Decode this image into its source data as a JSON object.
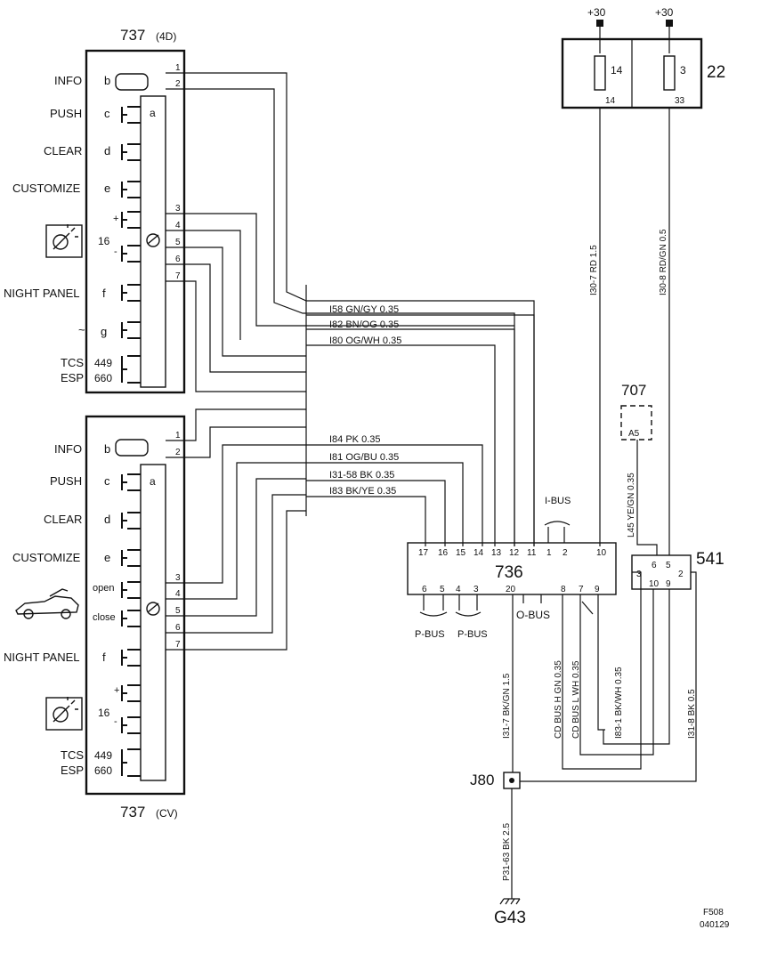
{
  "components": {
    "c737_4d": {
      "id": "737",
      "variant": "(4D)"
    },
    "c737_cv": {
      "id": "737",
      "variant": "(CV)"
    },
    "c736": {
      "id": "736"
    },
    "c22": {
      "id": "22"
    },
    "c541": {
      "id": "541"
    },
    "c707": {
      "id": "707",
      "pin": "A5"
    },
    "j80": {
      "id": "J80"
    },
    "g43": {
      "id": "G43"
    }
  },
  "supplies": [
    "+30",
    "+30"
  ],
  "fuses": [
    {
      "number": "14",
      "pin": "14"
    },
    {
      "number": "3",
      "pin": "33"
    }
  ],
  "buttons_4d": [
    {
      "label": "INFO",
      "letter": "b"
    },
    {
      "label": "PUSH",
      "letter": "c"
    },
    {
      "label": "CLEAR",
      "letter": "d"
    },
    {
      "label": "CUSTOMIZE",
      "letter": "e"
    },
    {
      "label": "",
      "letter": "16"
    },
    {
      "label": "NIGHT PANEL",
      "letter": "f"
    },
    {
      "label": "~",
      "letter": "g"
    },
    {
      "label": "TCS",
      "letter": "449"
    },
    {
      "label": "ESP",
      "letter": "660"
    }
  ],
  "buttons_cv": [
    {
      "label": "INFO",
      "letter": "b"
    },
    {
      "label": "PUSH",
      "letter": "c"
    },
    {
      "label": "CLEAR",
      "letter": "d"
    },
    {
      "label": "CUSTOMIZE",
      "letter": "e"
    },
    {
      "label": "",
      "letter": "open"
    },
    {
      "label": "",
      "letter": "close"
    },
    {
      "label": "NIGHT PANEL",
      "letter": "f"
    },
    {
      "label": "",
      "letter": "16"
    },
    {
      "label": "TCS",
      "letter": "449"
    },
    {
      "label": "ESP",
      "letter": "660"
    }
  ],
  "switch_symbols": {
    "plus": "+",
    "minus": "-",
    "inner": "a"
  },
  "pins_737": [
    "1",
    "2",
    "3",
    "4",
    "5",
    "6",
    "7"
  ],
  "wires_top": [
    "I58  GN/GY  0.35",
    "I82  BN/OG  0.35",
    "I80  OG/WH  0.35"
  ],
  "wires_mid": [
    "I84  PK  0.35",
    "I81  OG/BU  0.35",
    "I31-58  BK  0.35",
    "I83  BK/YE  0.35"
  ],
  "pins_736_top": [
    "17",
    "16",
    "15",
    "14",
    "13",
    "12",
    "11",
    "1",
    "2",
    "10"
  ],
  "pins_736_bottom": [
    "6",
    "5",
    "4",
    "3",
    "20",
    "8",
    "7",
    "9"
  ],
  "bus_labels": {
    "ibus": "I-BUS",
    "pbus1": "P-BUS",
    "pbus2": "P-BUS",
    "obus": "O-BUS"
  },
  "pins_541": [
    "3",
    "6",
    "5",
    "2",
    "10",
    "9"
  ],
  "vertical_wires": {
    "i30_7": "I30-7  RD  1.5",
    "i30_8": "I30-8  RD/GN  0.5",
    "l45": "L45  YE/GN  0.35",
    "cd_h": "CD  BUS  H  GN  0.35",
    "cd_l": "CD  BUS  L  WH  0.35",
    "i83_1": "I83-1  BK/WH  0.35",
    "i31_8": "I31-8  BK  0.5",
    "i31_7": "I31-7  BK/GN  1.5",
    "p31_63": "P31-63  BK  2.5"
  },
  "footer": {
    "code": "F508",
    "date": "040129"
  }
}
